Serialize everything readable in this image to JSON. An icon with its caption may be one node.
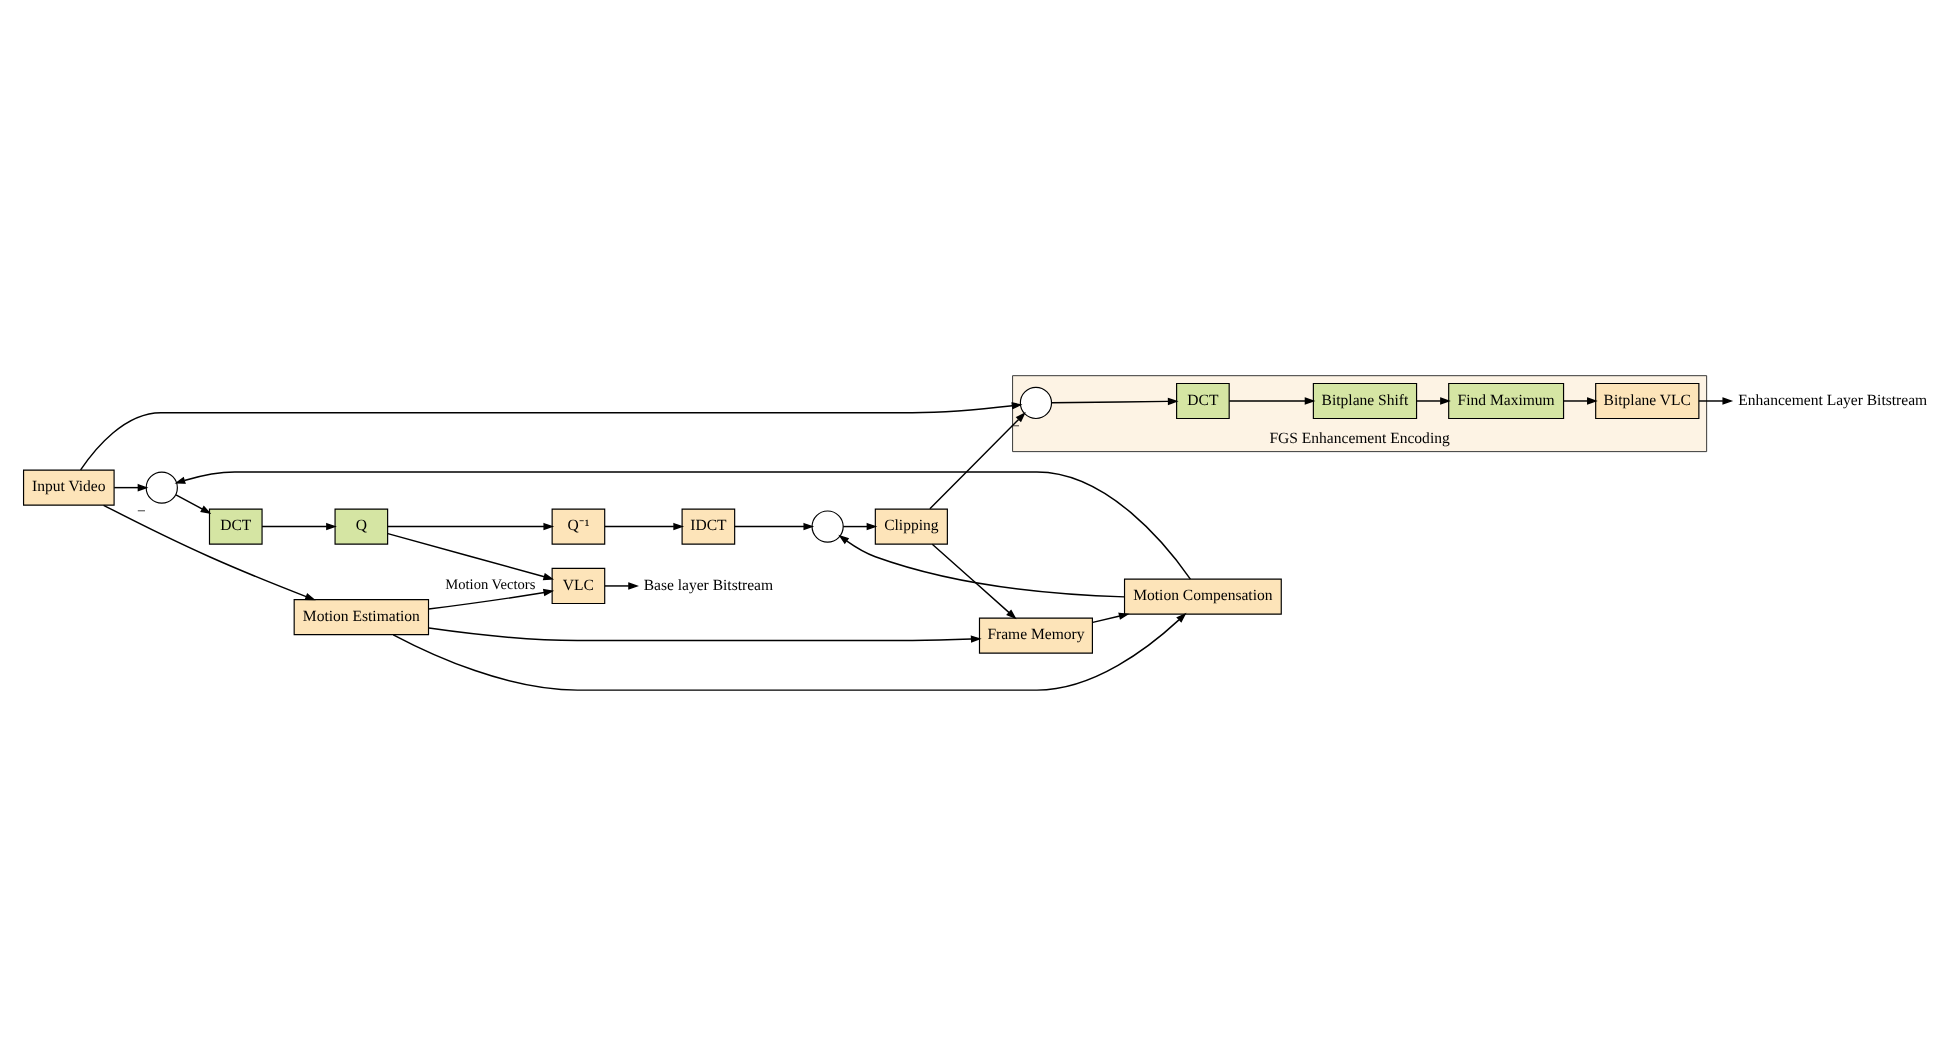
{
  "diagram": {
    "nodes": [
      {
        "text": [
          "FGS Enhancement Encoding"
        ]
      },
      {
        "text": [],
        "shape": "circle",
        "in": 0,
        "beside": [
          "−"
        ]
      },
      {
        "text": [
          "DCT"
        ],
        "in": 0
      },
      {
        "text": [
          "Bitplane Shift"
        ],
        "in": 0
      },
      {
        "text": [
          "Find Maximum"
        ],
        "in": 0
      },
      {
        "text": [
          "Bitplane VLC"
        ],
        "in": 0
      },
      {
        "text": [
          "Enhancement Layer Bitstream"
        ]
      },
      {
        "text": [
          "Input Video"
        ]
      },
      {
        "text": [],
        "shape": "circle",
        "beside": [
          "−"
        ]
      },
      {
        "text": [
          "DCT"
        ]
      },
      {
        "text": [
          "Q"
        ]
      },
      {
        "text": [
          "VLC"
        ]
      },
      {
        "text": [
          "Base layer Bitstream"
        ]
      },
      {
        "text": [
          "Q⁻¹"
        ]
      },
      {
        "text": [
          "IDCT"
        ]
      },
      {
        "text": [],
        "shape": "circle"
      },
      {
        "text": [
          "Clipping"
        ]
      },
      {
        "text": [
          "Frame Memory"
        ]
      },
      {
        "text": [
          "Motion Compensation"
        ]
      },
      {
        "text": [
          "Motion Estimation"
        ]
      }
    ],
    "edges": [
      {
        "from": 7,
        "to": 1,
        "arrow": "to"
      },
      {
        "from": 1,
        "to": 2,
        "arrow": "to"
      },
      {
        "from": 2,
        "to": 3,
        "arrow": "to"
      },
      {
        "from": 3,
        "to": 4,
        "arrow": "to"
      },
      {
        "from": 4,
        "to": 5,
        "arrow": "to"
      },
      {
        "from": 5,
        "to": 6,
        "arrow": "to"
      },
      {
        "from": 7,
        "to": 8,
        "arrow": "to"
      },
      {
        "from": 8,
        "to": 9,
        "arrow": "to"
      },
      {
        "from": 9,
        "to": 10,
        "arrow": "to"
      },
      {
        "from": 10,
        "to": 11,
        "arrow": "to"
      },
      {
        "from": 11,
        "to": 12,
        "arrow": "to"
      },
      {
        "from": 10,
        "to": 13,
        "arrow": "to"
      },
      {
        "from": 13,
        "to": 14,
        "arrow": "to"
      },
      {
        "from": 14,
        "to": 15,
        "arrow": "to"
      },
      {
        "from": 15,
        "to": 16,
        "arrow": "to"
      },
      {
        "from": 16,
        "to": 17,
        "arrow": "to"
      },
      {
        "from": 16,
        "to": 1,
        "arrow": "to"
      },
      {
        "from": 18,
        "to": 8,
        "arrow": "to"
      },
      {
        "from": 18,
        "to": 15,
        "arrow": "to"
      },
      {
        "from": 17,
        "to": 18,
        "arrow": "to"
      },
      {
        "from": 7,
        "to": 19,
        "arrow": "to"
      },
      {
        "from": 19,
        "to": 18,
        "arrow": "to"
      },
      {
        "from": 19,
        "to": 17,
        "arrow": "to"
      },
      {
        "from": 19,
        "to": 11,
        "arrow": "to",
        "label": "Motion Vectors"
      }
    ]
  }
}
